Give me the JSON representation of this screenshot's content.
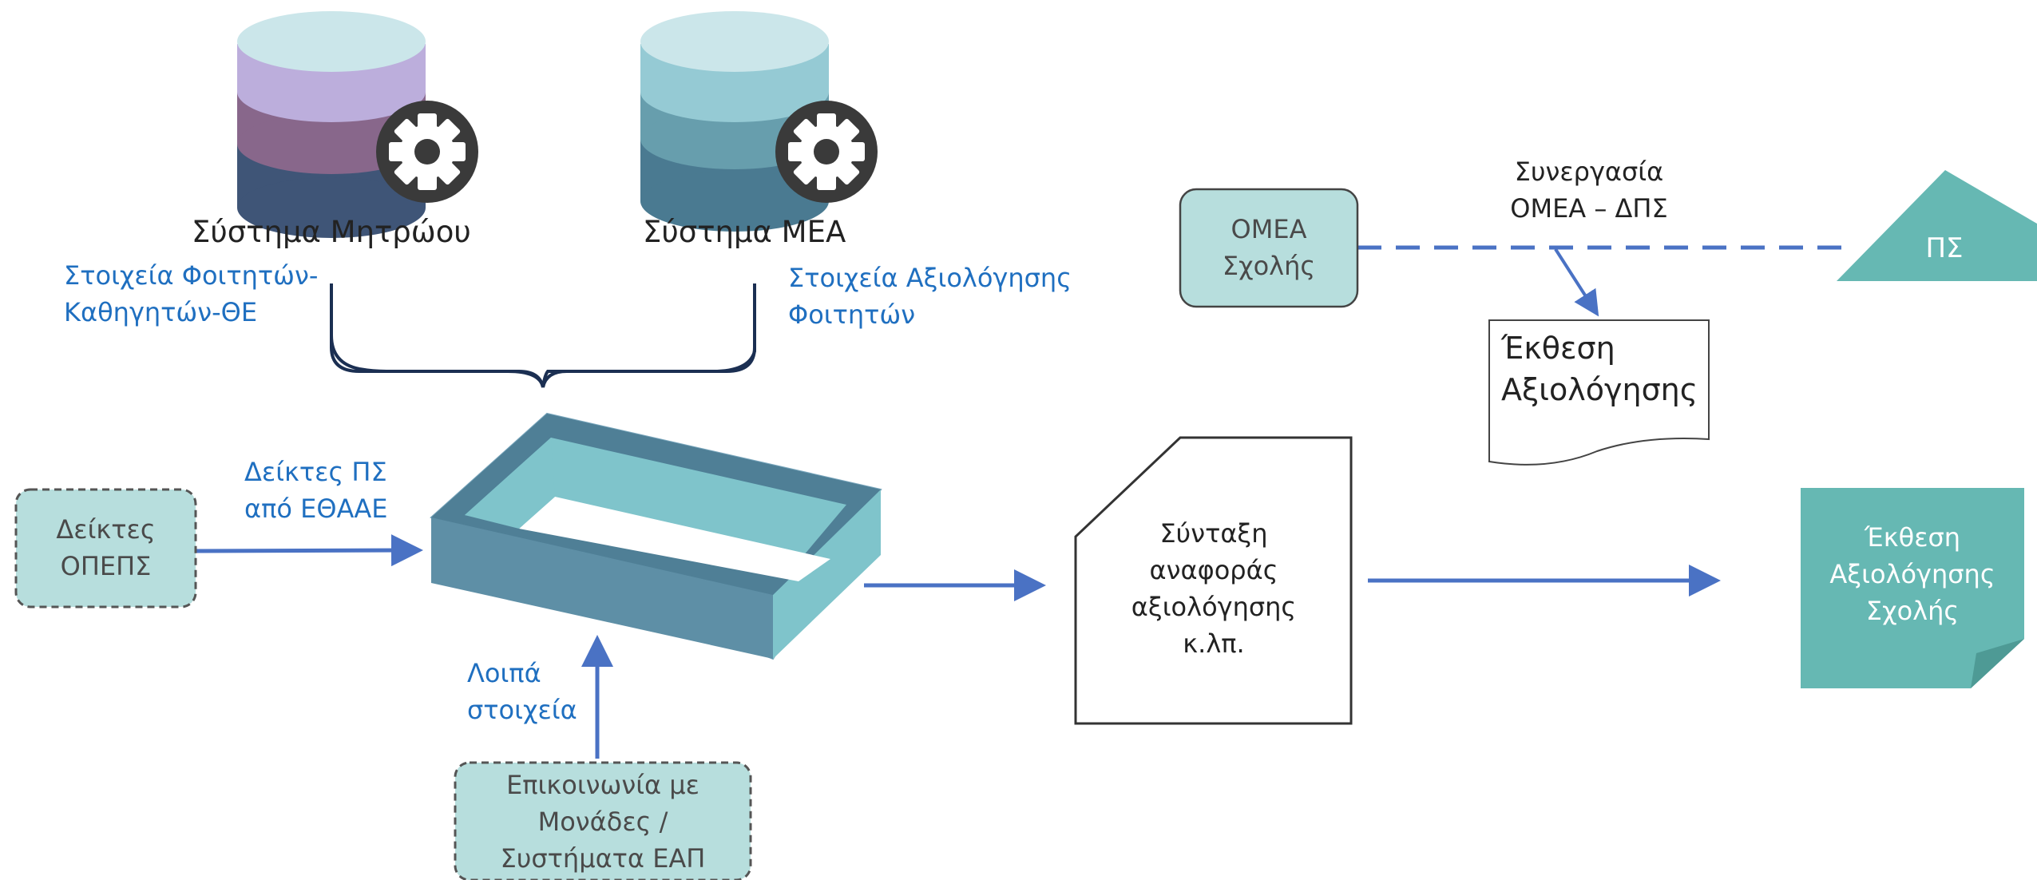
{
  "databases": {
    "registry": {
      "label": "Σύστημα Μητρώου"
    },
    "mea": {
      "label": "Σύστημα ΜΕΑ"
    }
  },
  "annotations": {
    "students_teachers": {
      "line1": "Στοιχεία Φοιτητών-",
      "line2": "Καθηγητών-ΘΕ"
    },
    "student_evaluation": {
      "line1": "Στοιχεία Αξιολόγησης",
      "line2": "Φοιτητών"
    },
    "indicators_source": {
      "line1": "Δείκτες ΠΣ",
      "line2": "από ΕΘΑΑΕ"
    },
    "other_data": {
      "line1": "Λοιπά",
      "line2": "στοιχεία"
    },
    "cooperation": {
      "line1": "Συνεργασία",
      "line2": "ΟΜΕΑ – ΔΠΣ"
    }
  },
  "nodes": {
    "opeps": {
      "line1": "Δείκτες",
      "line2": "ΟΠΕΠΣ"
    },
    "communication": {
      "line1": "Επικοινωνία με",
      "line2": "Μονάδες /",
      "line3": "Συστήματα ΕΑΠ"
    },
    "omea": {
      "line1": "ΟΜΕΑ",
      "line2": "Σχολής"
    },
    "ps": {
      "label": "ΠΣ"
    },
    "evaluation_report": {
      "line1": "Έκθεση",
      "line2": "Αξιολόγησης"
    },
    "report_drafting": {
      "line1": "Σύνταξη",
      "line2": "αναφοράς",
      "line3": "αξιολόγησης",
      "line4": "κ.λπ."
    },
    "school_report": {
      "line1": "Έκθεση",
      "line2": "Αξιολόγησης",
      "line3": "Σχολής"
    }
  },
  "icons": {
    "database": "database-icon",
    "gear": "gear-icon"
  },
  "colors": {
    "arrow_blue": "#4a72c4",
    "annotation_blue": "#1f6fc0",
    "teal_box": "#b7dedd",
    "teal_dark": "#66b8b3",
    "tray_top": "#4f7f96",
    "tray_front": "#5e8fa6",
    "tray_side": "#7fc4cb",
    "brace": "#1b2f52",
    "registry_db": [
      "#cbe6ea",
      "#bcaedc",
      "#88678b",
      "#3f5577"
    ],
    "mea_db": [
      "#cbe6ea",
      "#95cad4",
      "#679ead",
      "#4a7a91"
    ]
  }
}
